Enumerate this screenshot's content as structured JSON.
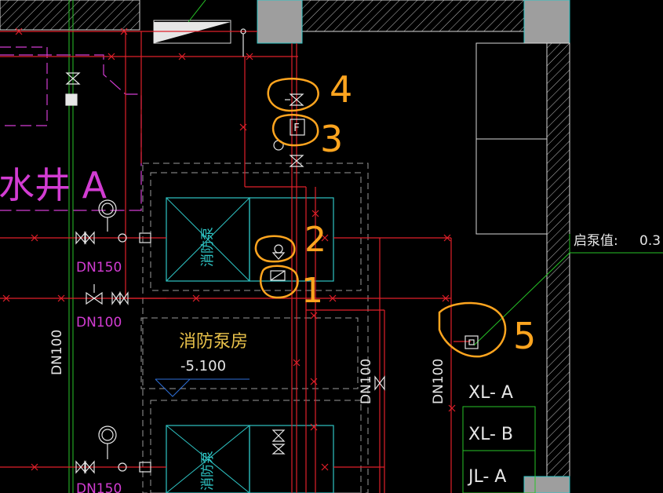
{
  "colors": {
    "background": "#000000",
    "pipe_red": "#e0202a",
    "wall_white": "#d8d8d8",
    "room_cyan": "#2ec4c4",
    "dashed_gray": "#9a9a9a",
    "label_magenta": "#d23cd2",
    "label_white": "#e6e6e6",
    "label_yellow": "#e8c14a",
    "green_line": "#27c427",
    "column_gray": "#9e9e9e",
    "annotation_orange": "#ffa51f"
  },
  "labels": {
    "dn150_top": "DN150",
    "dn100_left": "DN100",
    "dn100_vertical_left": "DN100",
    "dn150_bottom": "DN150",
    "dn100_vertical_mid": "DN100",
    "dn100_vertical_right": "DN100",
    "room_name": "消防泵房",
    "room_elevation": "-5.100",
    "pump_label_top": "消防泵",
    "pump_label_bottom": "消防泵",
    "shaft_label": "水井 A",
    "start_pump_value": "启泵值:",
    "start_pump_number": "0.3",
    "riser_xl_a": "XL- A",
    "riser_xl_b": "XL- B",
    "riser_jl_a": "JL- A",
    "valve_flow_symbol": "F"
  },
  "annotations": [
    {
      "id": "1",
      "text": "1"
    },
    {
      "id": "2",
      "text": "2"
    },
    {
      "id": "3",
      "text": "3"
    },
    {
      "id": "4",
      "text": "4"
    },
    {
      "id": "5",
      "text": "5"
    }
  ]
}
